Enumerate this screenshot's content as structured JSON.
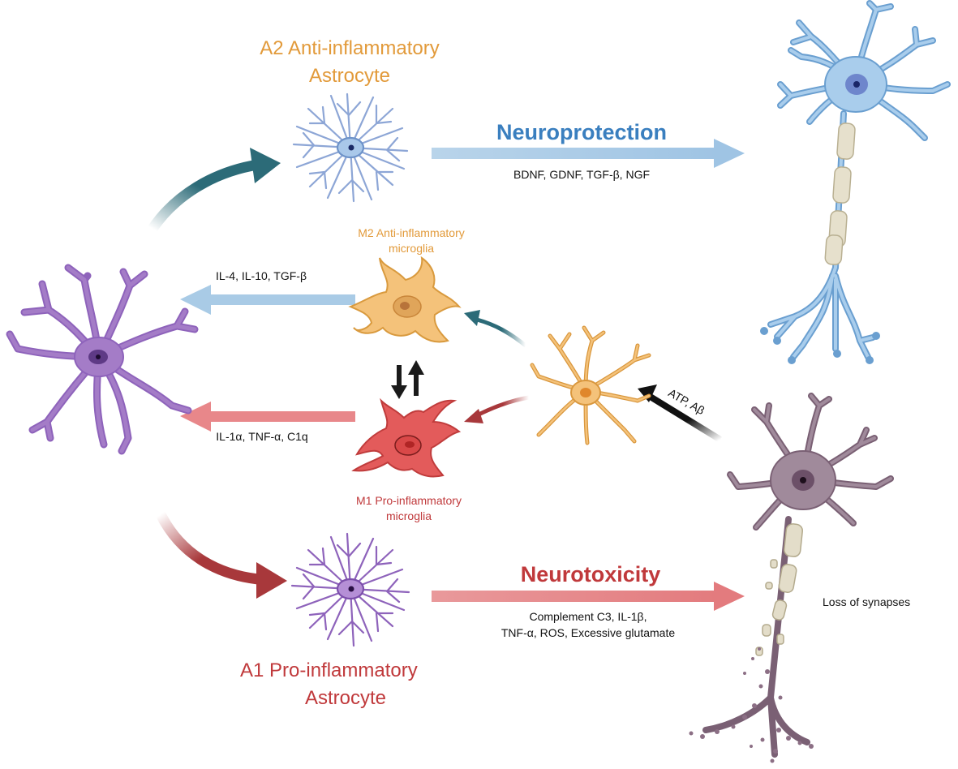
{
  "labels": {
    "a2_title": "A2 Anti-inflammatory",
    "a2_subtitle": "Astrocyte",
    "a1_title": "A1 Pro-inflammatory",
    "a1_subtitle": "Astrocyte",
    "m2_line1": "M2 Anti-inflammatory",
    "m2_line2": "microglia",
    "m1_line1": "M1 Pro-inflammatory",
    "m1_line2": "microglia",
    "neuroprotection": "Neuroprotection",
    "neuroprotection_factors": "BDNF, GDNF, TGF-β, NGF",
    "neurotoxicity": "Neurotoxicity",
    "neurotoxicity_factors_line1": "Complement C3, IL-1β,",
    "neurotoxicity_factors_line2": "TNF-α, ROS, Excessive glutamate",
    "m2_cytokines": "IL-4, IL-10, TGF-β",
    "m1_cytokines": "IL-1α, TNF-α, C1q",
    "danger_signals": "ATP, Aβ",
    "synapse_loss": "Loss of synapses"
  },
  "colors": {
    "a2_orange": "#e29a3a",
    "a1_red": "#c0393b",
    "neuroprotection_blue": "#3a7fbf",
    "teal_arrow": "#2c6b78",
    "darkred_arrow": "#a8383b",
    "light_blue_arrow": "#a9cbe6",
    "light_red_arrow": "#e8878a",
    "astrocyte_purple": "#a47cc7",
    "healthy_neuron_blue": "#8fbce3",
    "damaged_neuron_mauve": "#a08a9b",
    "m2_microglia": "#f4c27a",
    "m1_microglia": "#e35b5b"
  }
}
